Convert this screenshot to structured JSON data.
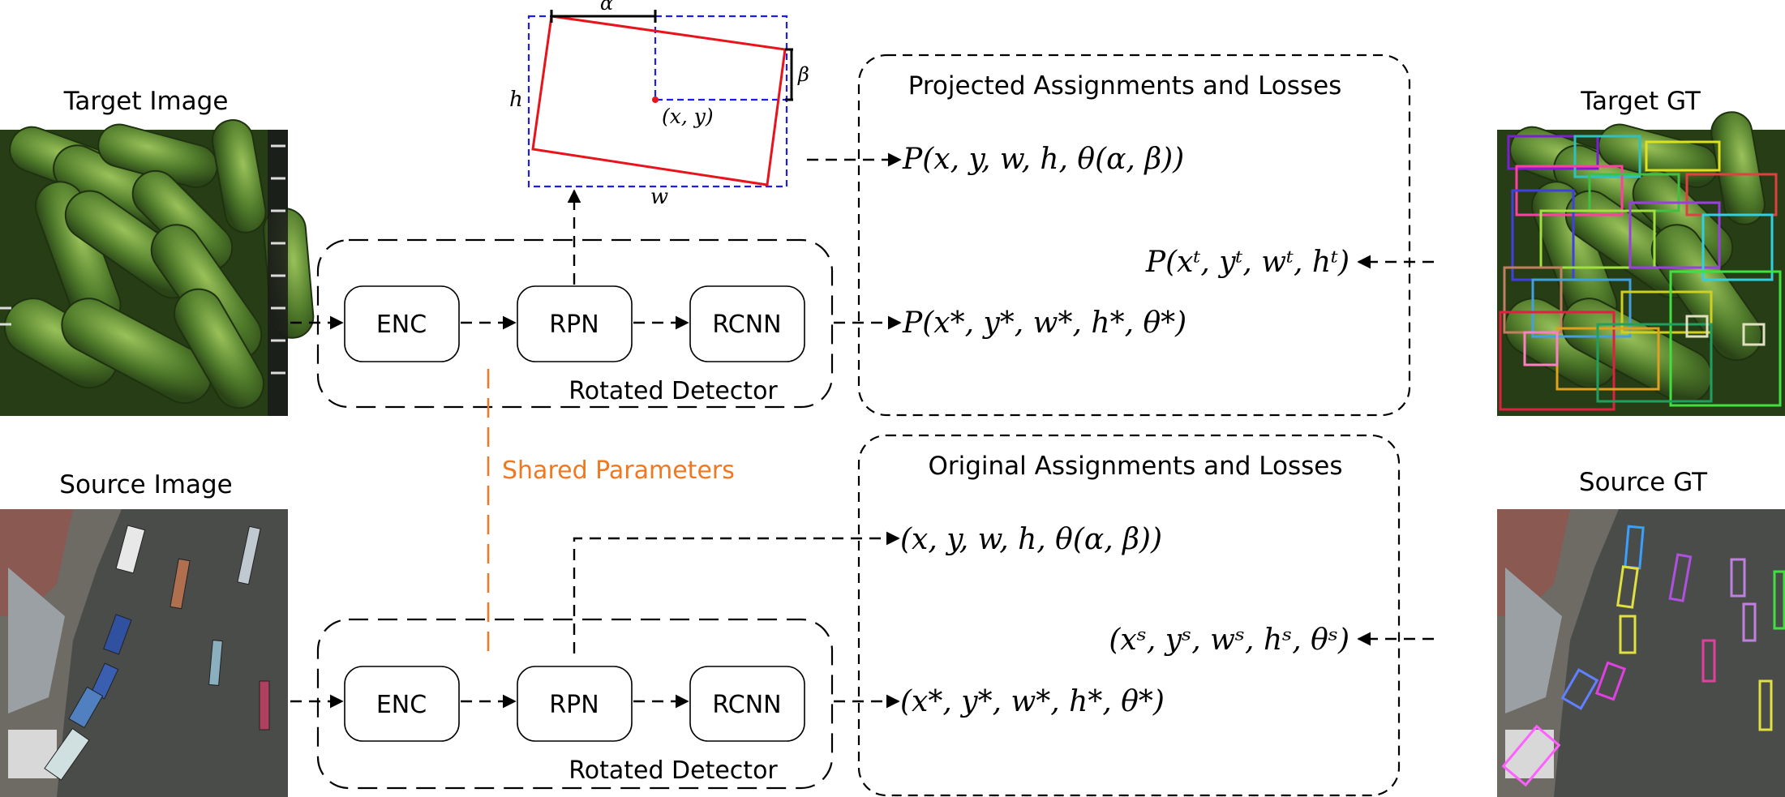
{
  "images": {
    "target_title": "Target Image",
    "source_title": "Source Image",
    "target_gt_title": "Target GT",
    "source_gt_title": "Source GT"
  },
  "detector": {
    "enc_label": "ENC",
    "rpn_label": "RPN",
    "rcnn_label": "RCNN",
    "detector_label": "Rotated Detector",
    "shared_params_label": "Shared Parameters"
  },
  "geometry_inset": {
    "alpha": "α",
    "beta": "β",
    "h": "h",
    "w": "w",
    "center": "(x, y)"
  },
  "assignments": {
    "projected_title": "Projected Assignments and Losses",
    "original_title": "Original Assignments and Losses",
    "p_rotated": "P(x, y, w, h, θ(α, β))",
    "p_star": "P(x*, y*, w*, h*, θ*)",
    "p_target": "P(xᵗ, yᵗ, wᵗ, hᵗ)",
    "o_rotated": "(x, y, w, h, θ(α, β))",
    "o_source": "(xˢ, yˢ, wˢ, hˢ, θˢ)",
    "o_star": "(x*, y*, w*, h*, θ*)"
  },
  "colors": {
    "shared": "#f07820",
    "box_red": "#e8141c",
    "box_blue": "#1d1df0",
    "cucumber_dark": "#2e4a1c",
    "cucumber_light": "#6f9a3a",
    "aerial_water": "#4a4c4a"
  }
}
